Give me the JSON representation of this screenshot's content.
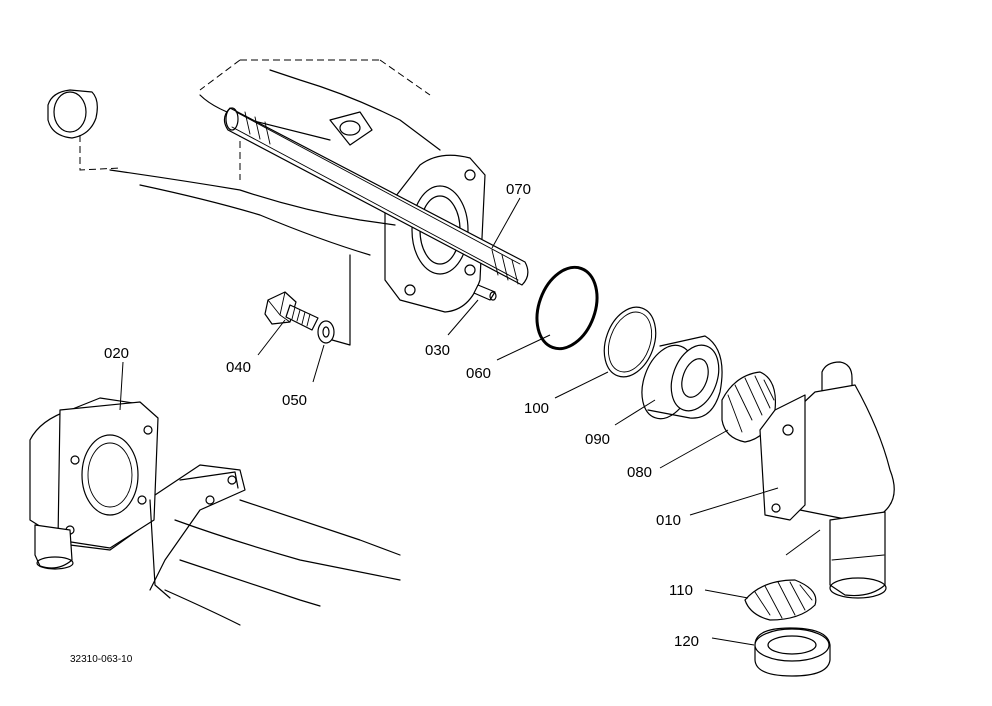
{
  "diagram": {
    "document_number": "32310-063-10",
    "parts": [
      {
        "id": "p010",
        "label": "010"
      },
      {
        "id": "p020",
        "label": "020"
      },
      {
        "id": "p030",
        "label": "030"
      },
      {
        "id": "p040",
        "label": "040"
      },
      {
        "id": "p050",
        "label": "050"
      },
      {
        "id": "p060",
        "label": "060"
      },
      {
        "id": "p070",
        "label": "070"
      },
      {
        "id": "p080",
        "label": "080"
      },
      {
        "id": "p090",
        "label": "090"
      },
      {
        "id": "p100",
        "label": "100"
      },
      {
        "id": "p110",
        "label": "110"
      },
      {
        "id": "p120",
        "label": "120"
      }
    ]
  }
}
